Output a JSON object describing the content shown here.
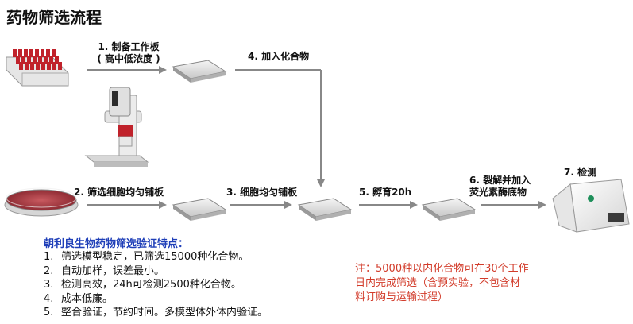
{
  "title": "药物筛选流程",
  "steps": {
    "s1_line1": "1. 制备工作板",
    "s1_line2": "( 高中低浓度 )",
    "s4": "4. 加入化合物",
    "s2": "2. 筛选细胞均匀铺板",
    "s3": "3. 细胞均匀铺板",
    "s5": "5. 孵育20h",
    "s6_line1": "6. 裂解并加入",
    "s6_line2": "荧光素酶底物",
    "s7": "7. 检测"
  },
  "features": {
    "heading": "朝利良生物药物筛选验证特点：",
    "items": [
      {
        "num": "1.",
        "text": "筛选模型稳定，已筛选15000种化合物。"
      },
      {
        "num": "2.",
        "text": "自动加样，误差最小。"
      },
      {
        "num": "3.",
        "text": "检测高效，24h可检测2500种化合物。"
      },
      {
        "num": "4.",
        "text": "成本低廉。"
      },
      {
        "num": "5.",
        "text": "整合验证，节约时间。多模型体外体内验证。"
      }
    ]
  },
  "note": {
    "line1": "注：5000种以内化合物可在30个工作",
    "line2": "日内完成筛选（含预实验，不包含材",
    "line3": "料订购与运输过程）"
  },
  "colors": {
    "feature_heading": "#1f3fb8",
    "note_text": "#d23b2a",
    "tube_caps": "#c0222b",
    "dish_cells": "#b8434a"
  }
}
